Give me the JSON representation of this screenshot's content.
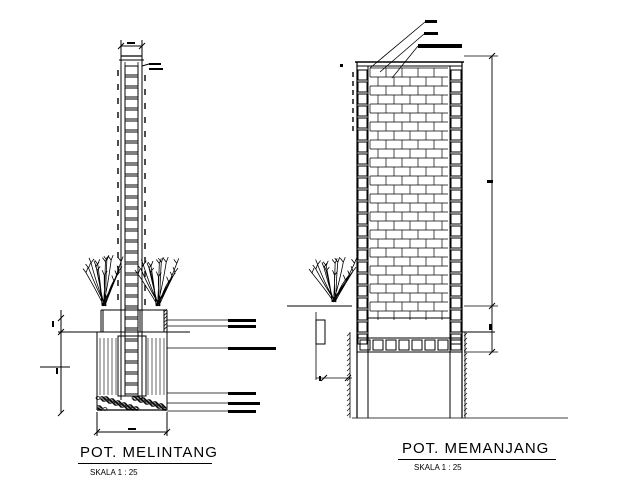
{
  "sections": [
    {
      "title": "POT. MELINTANG",
      "scale": "SKALA 1 : 25"
    },
    {
      "title": "POT. MEMANJANG",
      "scale": "SKALA 1 : 25"
    }
  ],
  "colors": {
    "line": "#000000",
    "background": "#ffffff"
  }
}
